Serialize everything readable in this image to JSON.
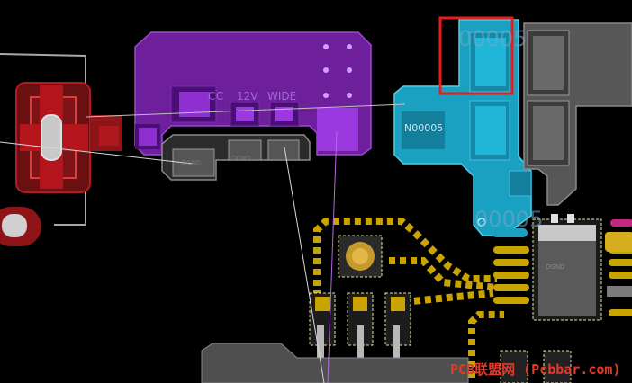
{
  "labels": {
    "net_top": "00005",
    "net_mid": "N00005",
    "net_low": "00005",
    "silk_vcc": "CC",
    "silk_12v": "12V",
    "silk_wide": "WIDE",
    "dgnd_left": "DGND",
    "dgnd_mid": "DGND",
    "dgnd_right": "DGND"
  },
  "watermark": "PCB联盟网 (Pcbbar.com)",
  "colors": {
    "background": "#000000",
    "purple_copper": "#6e1f9c",
    "cyan_copper": "#1aa9c9",
    "grey_copper": "#565656",
    "red_copper": "#8e1418",
    "yellow_track": "#c9a400",
    "highlight_box": "#e0201f"
  }
}
